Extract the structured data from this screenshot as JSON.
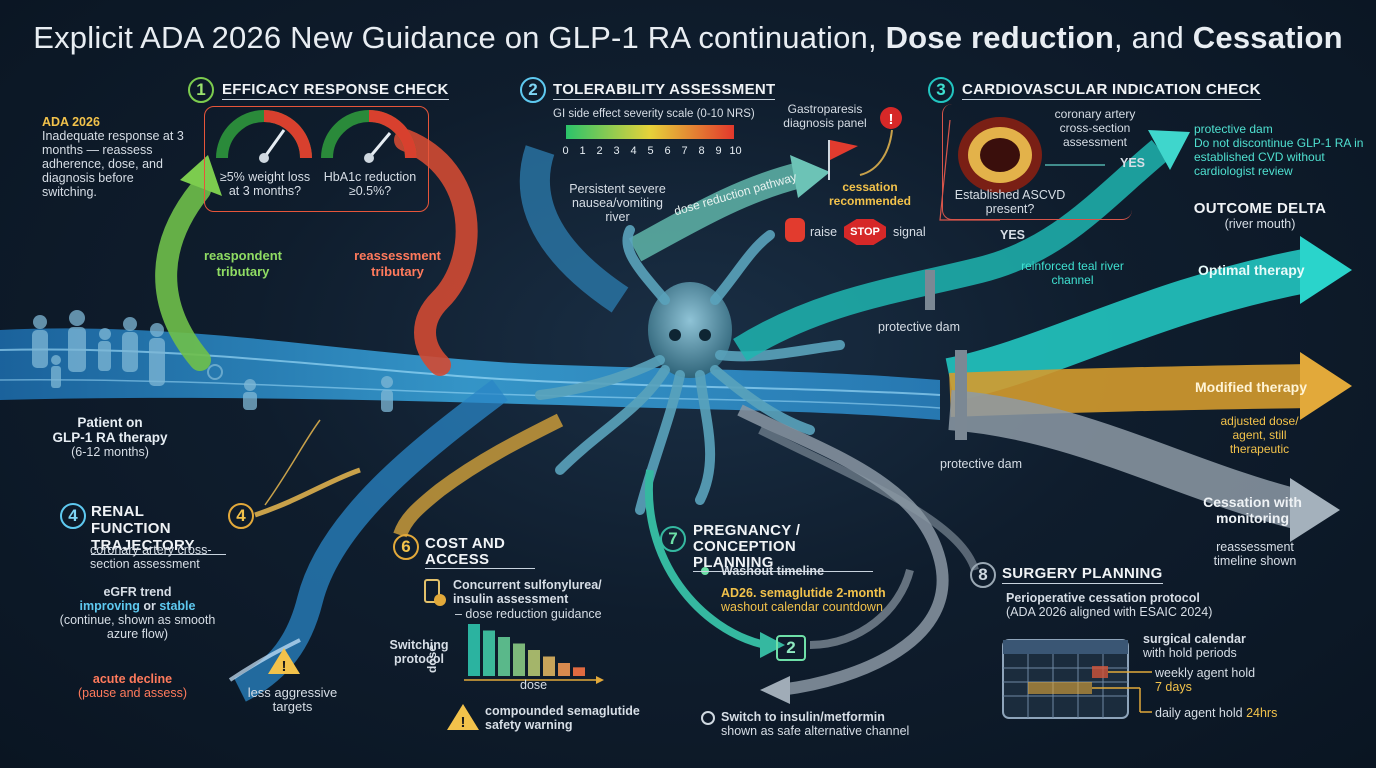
{
  "title": {
    "prefix": "Explicit ADA 2026 New Guidance on GLP-1 RA continuation, ",
    "dose": "Dose reduction",
    "and": ", and ",
    "cess": "Cessation"
  },
  "colors": {
    "azure": "#3aa8e0",
    "green": "#7ccc4e",
    "coral": "#e6553a",
    "teal": "#22c5c0",
    "gold": "#e2a93a",
    "grey": "#9aa8b4",
    "background": "#0f1d2d"
  },
  "patient": {
    "line1": "Patient on",
    "line2": "GLP-1 RA therapy",
    "line3": "(6-12 months)"
  },
  "ada_note": {
    "label": "ADA 2026",
    "body": "Inadequate response at 3 months — reassess adherence, dose, and diagnosis before switching."
  },
  "s1": {
    "num": "1",
    "head": "EFFICACY RESPONSE CHECK",
    "gauge1": "≥5% weight loss at 3 months?",
    "gauge2": "HbA1c reduction ≥0.5%?",
    "left_trib": "reaspondent tributary",
    "right_trib": "reassessment tributary"
  },
  "s2": {
    "num": "2",
    "head": "TOLERABILITY ASSESSMENT",
    "scale_label": "GI side effect severity scale (0-10 NRS)",
    "scale": [
      "0",
      "1",
      "2",
      "3",
      "4",
      "5",
      "6",
      "7",
      "8",
      "9",
      "10"
    ],
    "gastro": "Gastroparesis diagnosis panel",
    "cessation": "cessation recommended",
    "river": "Persistent severe nausea/vomiting river",
    "pathway": "dose reduction pathway",
    "raise": "raise",
    "stop": "STOP",
    "signal": "signal"
  },
  "s3": {
    "num": "3",
    "head": "CARDIOVASCULAR INDICATION CHECK",
    "coronary": "coronary artery cross-section assessment",
    "yes1": "YES",
    "ascvd": "Established ASCVD present?",
    "yes2": "YES",
    "dam_title": "protective dam",
    "dam_body": "Do not discontinue GLP-1 RA in established CVD without cardiologist review",
    "channel": "reinforced teal river channel",
    "dam1": "protective dam",
    "dam2": "protective dam"
  },
  "outcome": {
    "head": "OUTCOME DELTA",
    "sub": "(river mouth)",
    "optimal": "Optimal therapy",
    "modified": "Modified therapy",
    "modified_note": "adjusted dose/ agent, still therapeutic",
    "cessation": "Cessation with monitoring",
    "cess_note": "reassessment timeline shown"
  },
  "s4": {
    "num": "4",
    "num2": "4",
    "head": "RENAL FUNCTION TRAJECTORY",
    "sub": "coronary artery cross-section assessment",
    "trend": "eGFR trend",
    "improving": "improving",
    "or": " or ",
    "stable": "stable",
    "cont": "(continue, shown as smooth azure flow)",
    "decline": "acute decline",
    "pause": "(pause and assess)",
    "targets": "less aggressive targets"
  },
  "s6": {
    "num": "6",
    "head": "COST AND ACCESS",
    "concurrent": "Concurrent sulfonylurea/ insulin assessment",
    "guidance": "– dose reduction guidance",
    "switching": "Switching protocol",
    "dose_axis": "dose",
    "dose_x": "dose",
    "bars": [
      48,
      42,
      36,
      30,
      24,
      18,
      12,
      8
    ],
    "warning": "compounded semaglutide safety warning"
  },
  "s7": {
    "num": "7",
    "head": "PREGNANCY / CONCEPTION PLANNING",
    "washout": "Washout timeline",
    "ad26": "AD26. semaglutide 2-month",
    "countdown": "washout calendar countdown",
    "cal": "2",
    "switch": "Switch to insulin/metformin",
    "safe": "shown as safe alternative channel"
  },
  "s8": {
    "num": "8",
    "head": "SURGERY PLANNING",
    "protocol": "Perioperative cessation protocol",
    "aligned": "(ADA 2026 aligned with ESAIC 2024)",
    "cal_title": "surgical calendar",
    "cal_sub": "with hold periods",
    "weekly": "weekly agent hold",
    "days": "7 days",
    "daily": "daily agent hold",
    "hrs": "24hrs"
  }
}
